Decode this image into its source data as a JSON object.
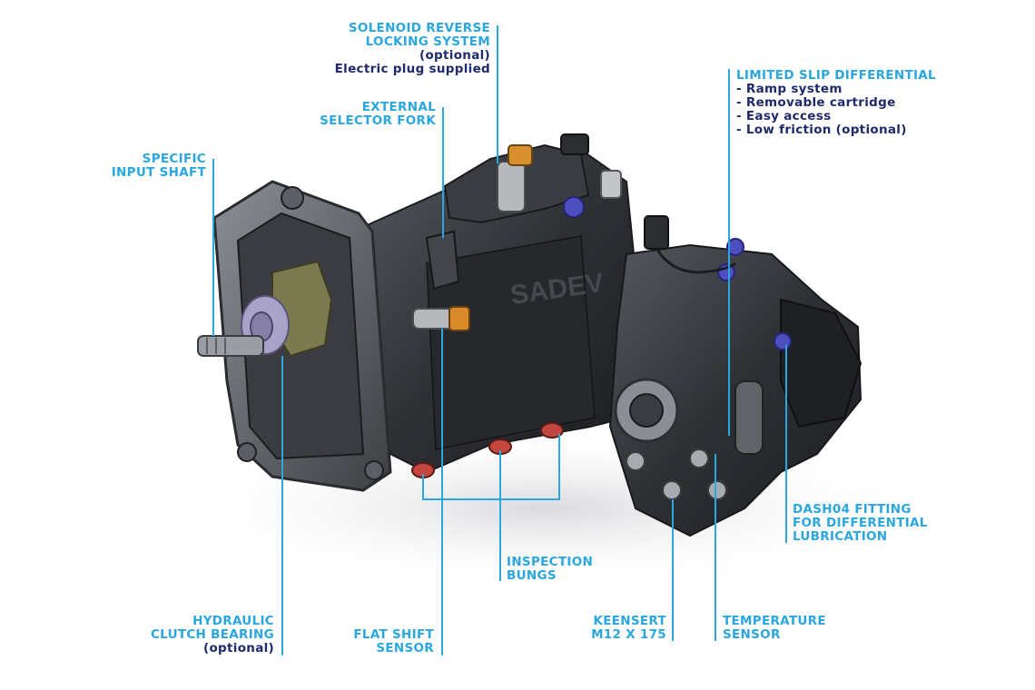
{
  "brand": "SADEV",
  "colors": {
    "accent": "#2aa7df",
    "secondary": "#1f2a6b",
    "metal_dark": "#2b2d31",
    "metal_light": "#8a8d93"
  },
  "callouts": {
    "solenoid": {
      "title_1": "SOLENOID REVERSE",
      "title_2": "LOCKING SYSTEM",
      "note_1": "(optional)",
      "note_2": "Electric plug supplied"
    },
    "selector_fork": {
      "title_1": "EXTERNAL",
      "title_2": "SELECTOR FORK"
    },
    "input_shaft": {
      "title_1": "SPECIFIC",
      "title_2": "INPUT SHAFT"
    },
    "lsd": {
      "title": "LIMITED SLIP DIFFERENTIAL",
      "items": [
        "- Ramp system",
        "- Removable cartridge",
        "- Easy access",
        "- Low friction (optional)"
      ]
    },
    "dash04": {
      "title_1": "DASH04 FITTING",
      "title_2": "FOR DIFFERENTIAL",
      "title_3": "LUBRICATION"
    },
    "inspection": {
      "title_1": "INSPECTION",
      "title_2": "BUNGS"
    },
    "clutch": {
      "title_1": "HYDRAULIC",
      "title_2": "CLUTCH BEARING",
      "note": "(optional)"
    },
    "flat_shift": {
      "title_1": "FLAT SHIFT",
      "title_2": "SENSOR"
    },
    "keensert": {
      "title_1": "KEENSERT",
      "title_2": "M12 X 175"
    },
    "temperature": {
      "title_1": "TEMPERATURE",
      "title_2": "SENSOR"
    }
  }
}
